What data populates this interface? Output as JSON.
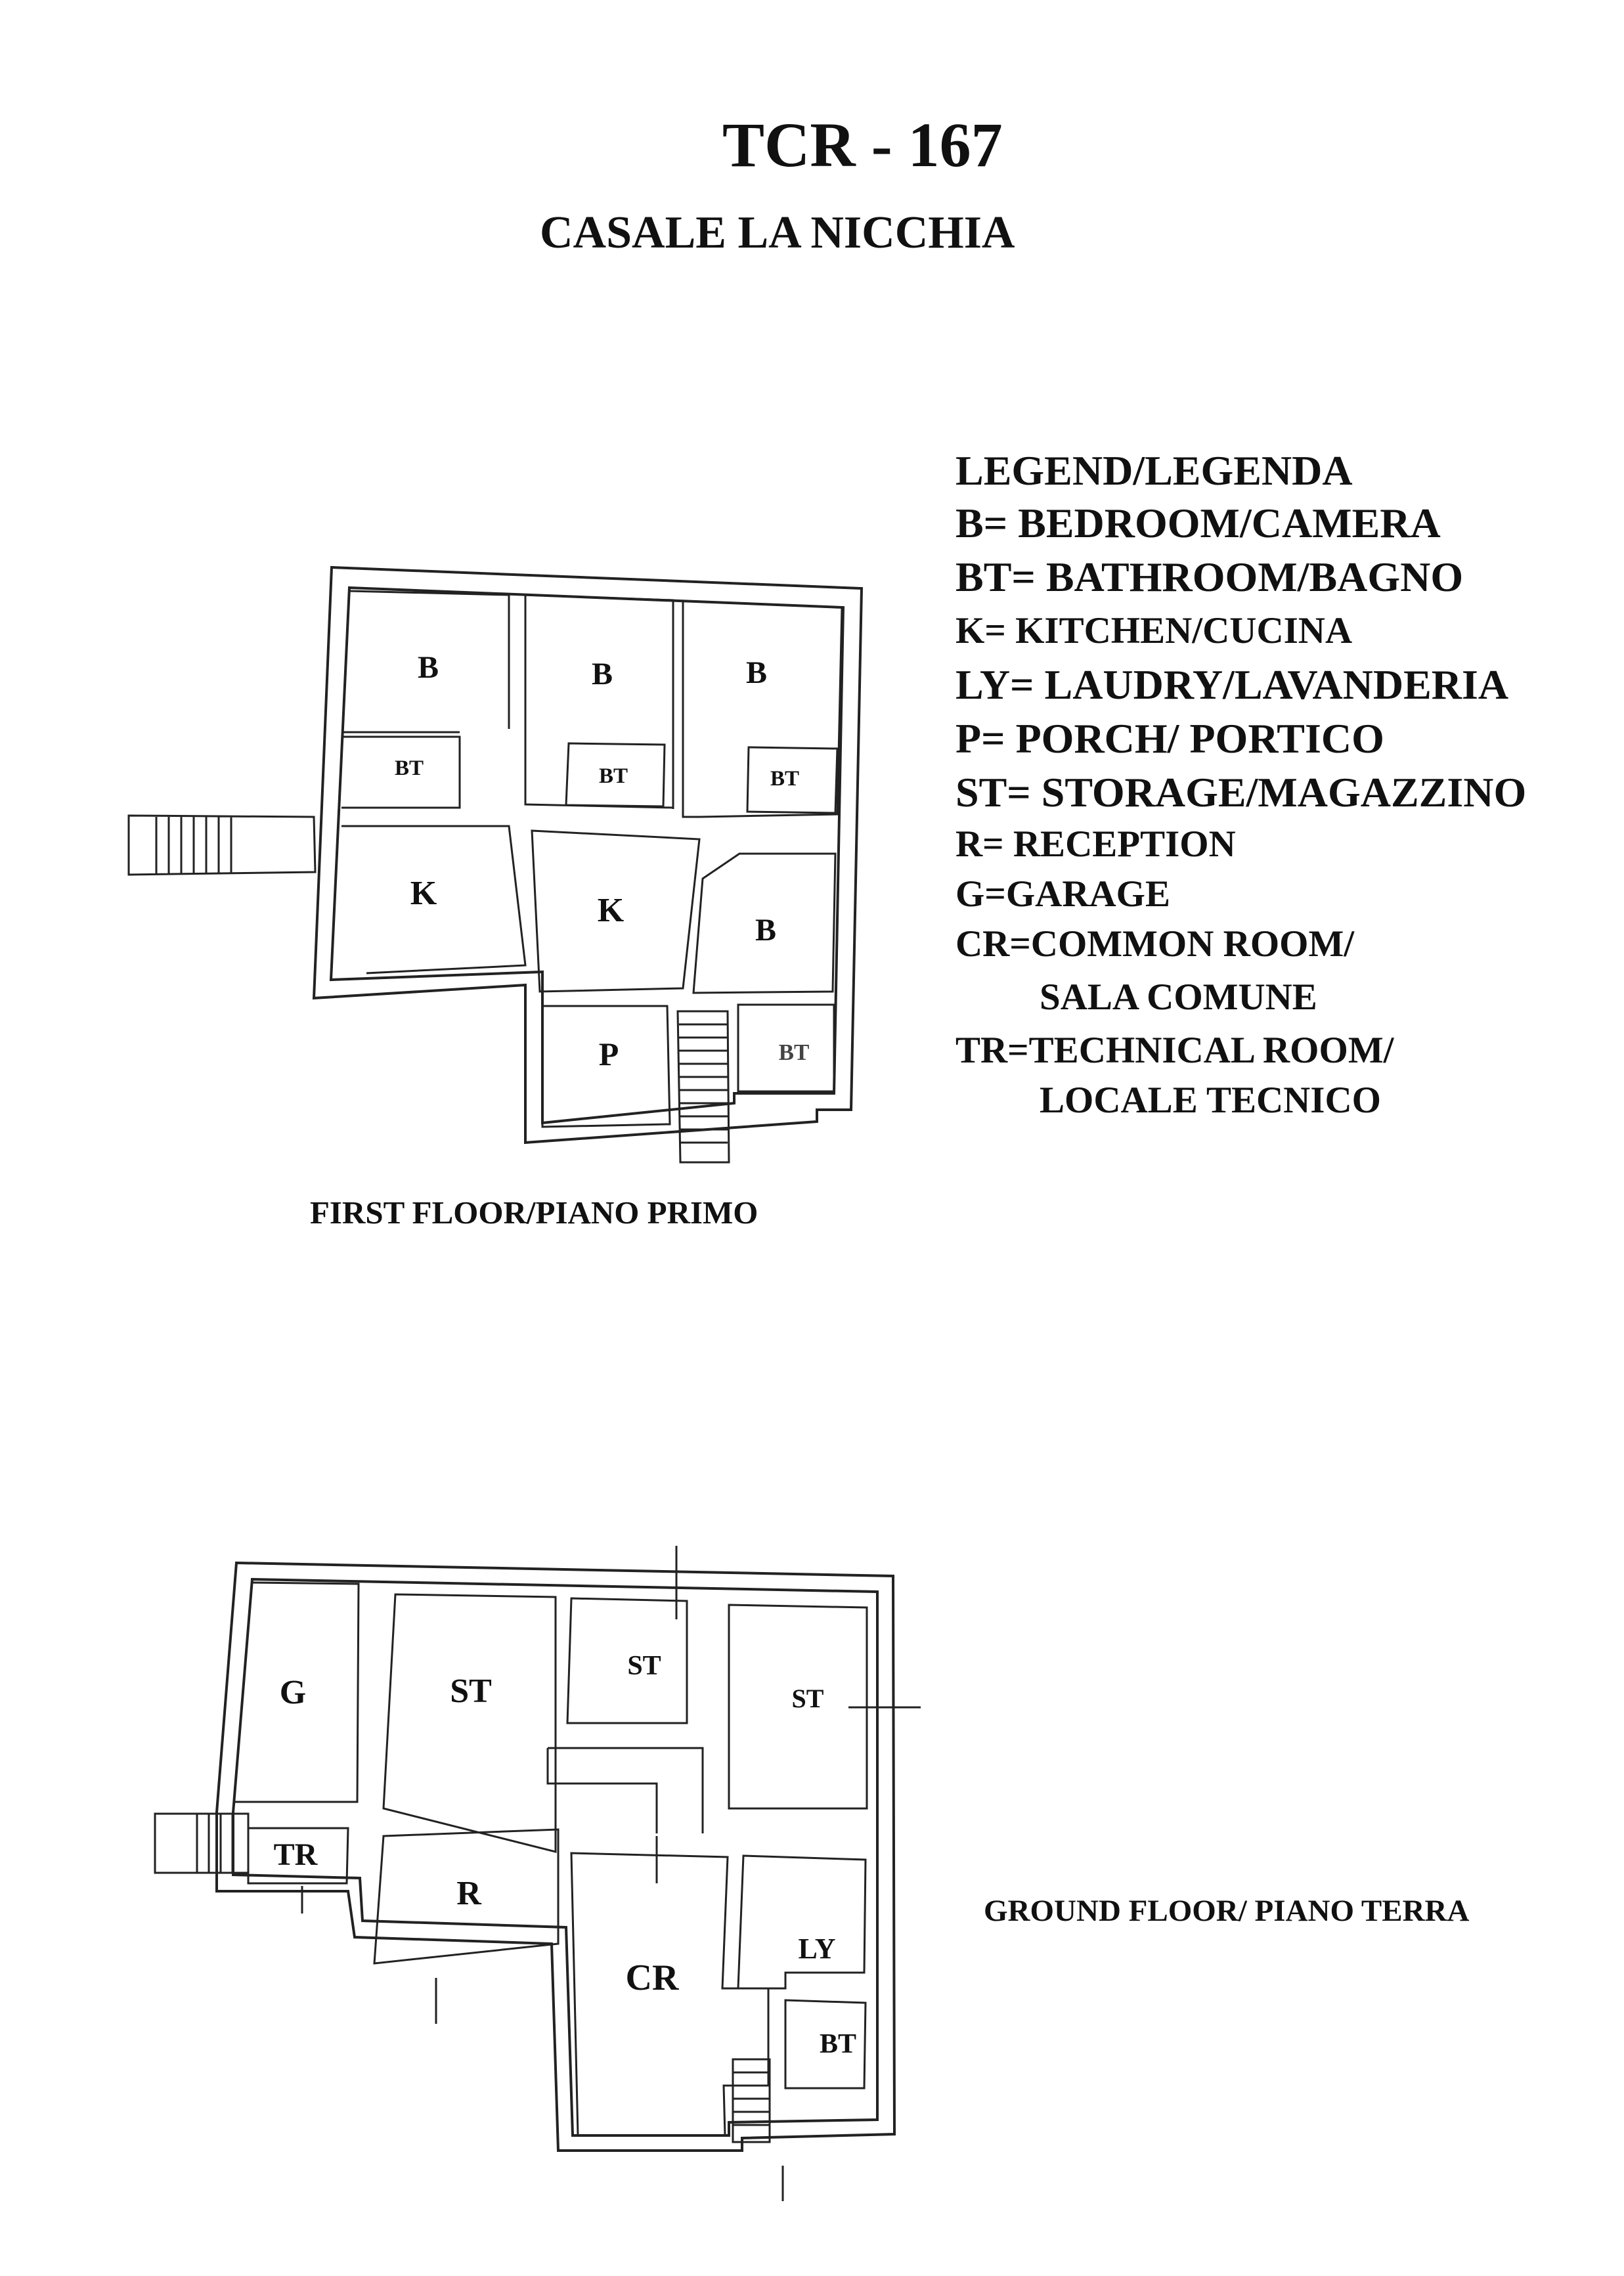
{
  "header": {
    "code": "TCR - 167",
    "property": "CASALE LA NICCHIA"
  },
  "legend": [
    "LEGEND/LEGENDA",
    "B= BEDROOM/CAMERA",
    "BT= BATHROOM/BAGNO",
    "K= KITCHEN/CUCINA",
    "LY= LAUDRY/LAVANDERIA",
    "P= PORCH/ PORTICO",
    "ST= STORAGE/MAGAZZINO",
    "R= RECEPTION",
    "G=GARAGE",
    "CR=COMMON ROOM/",
    "SALA COMUNE",
    "TR=TECHNICAL ROOM/",
    "LOCALE TECNICO"
  ],
  "first_floor": {
    "caption": "FIRST FLOOR/PIANO PRIMO",
    "rooms": [
      "B",
      "B",
      "B",
      "BT",
      "BT",
      "BT",
      "K",
      "K",
      "B",
      "P",
      "BT"
    ]
  },
  "ground_floor": {
    "caption": "GROUND FLOOR/ PIANO TERRA",
    "rooms": [
      "G",
      "ST",
      "ST",
      "ST",
      "TR",
      "R",
      "CR",
      "LY",
      "BT"
    ]
  }
}
